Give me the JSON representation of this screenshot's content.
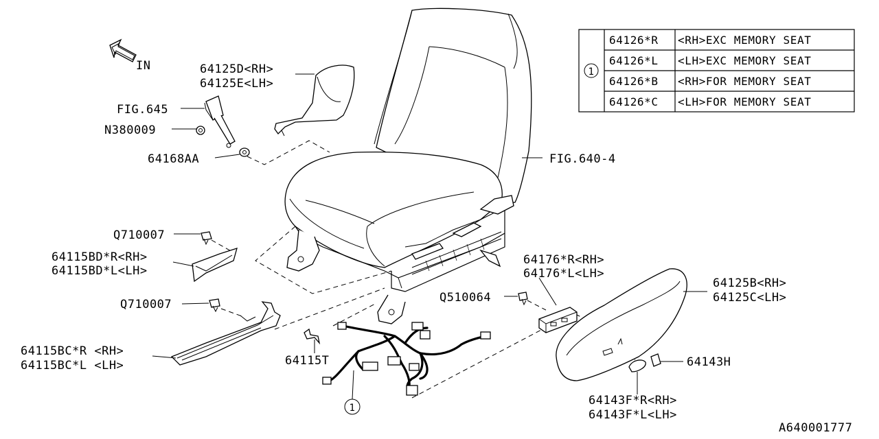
{
  "diagram_id": "A640001777",
  "direction_label": "IN",
  "callout_symbol": "1",
  "legend": [
    {
      "part": "64126*R",
      "desc": "<RH>EXC MEMORY SEAT"
    },
    {
      "part": "64126*L",
      "desc": "<LH>EXC MEMORY SEAT"
    },
    {
      "part": "64126*B",
      "desc": "<RH>FOR MEMORY SEAT"
    },
    {
      "part": "64126*C",
      "desc": "<LH>FOR MEMORY SEAT"
    }
  ],
  "labels": {
    "p64125d": "64125D<RH>",
    "p64125e": "64125E<LH>",
    "fig645": "FIG.645",
    "n380009": "N380009",
    "p64168aa": "64168AA",
    "fig640": "FIG.640-4",
    "q710007_a": "Q710007",
    "p64115bd_r": "64115BD*R<RH>",
    "p64115bd_l": "64115BD*L<LH>",
    "q710007_b": "Q710007",
    "p64115bc_r": "64115BC*R <RH>",
    "p64115bc_l": "64115BC*L <LH>",
    "p64115t": "64115T",
    "p64176_r": "64176*R<RH>",
    "p64176_l": "64176*L<LH>",
    "q510064": "Q510064",
    "p64125b": "64125B<RH>",
    "p64125c": "64125C<LH>",
    "p64143h": "64143H",
    "p64143f_r": "64143F*R<RH>",
    "p64143f_l": "64143F*L<LH>"
  }
}
